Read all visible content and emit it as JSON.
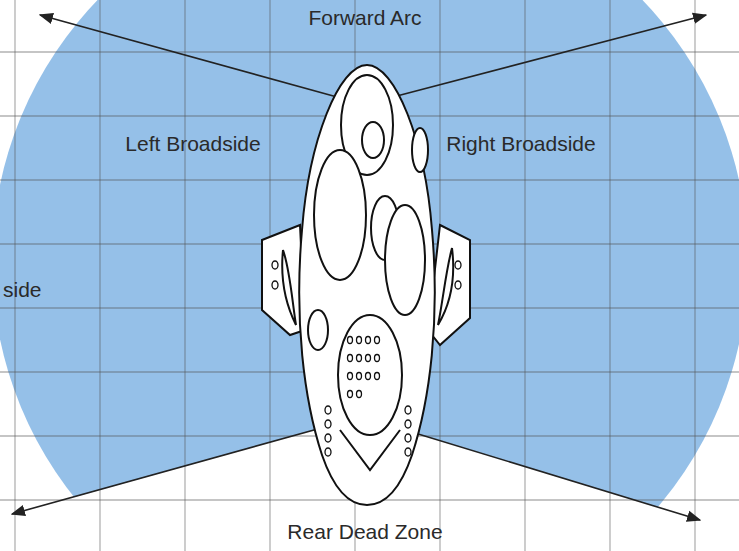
{
  "diagram": {
    "labels": [
      "Forward Arc",
      "Left Broadside",
      "Right Broadside",
      "side",
      "Rear Dead Zone"
    ]
  }
}
